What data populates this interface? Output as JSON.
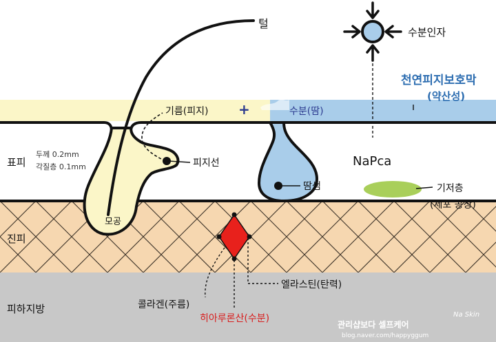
{
  "layers": {
    "epidermis": "표피",
    "dermis": "진피",
    "subcutaneous": "피하지방"
  },
  "epidermis_specs": {
    "thickness": "두께  0.2mm",
    "stratum_corneum": "각질층  0.1mm"
  },
  "labels": {
    "hair": "털",
    "sebum": "기름(피지)",
    "plus": "+",
    "sweat": "수분(땀)",
    "sebaceous_gland": "피지선",
    "sweat_gland": "땀샘",
    "pore": "모공",
    "nmf": "수분인자",
    "natural_barrier_line1": "천연피지보호막",
    "natural_barrier_line2": "(약산성)",
    "napca": "NaPca",
    "basal_layer_line1": "기저층",
    "basal_layer_line2": "(세포 공장)",
    "elastin": "엘라스틴(탄력)",
    "collagen": "콜라겐(주름)",
    "hyaluronic": "히아루론산(수분)"
  },
  "watermark": {
    "tag": "Na Skin",
    "title": "관리샵보다 셀프케어",
    "url": "blog.naver.com/happyggum"
  },
  "colors": {
    "sebum_fill": "#fbf6c8",
    "water_fill": "#a9cdea",
    "dermis_fill": "#f6d7b0",
    "fat_fill": "#c8c8c8",
    "basal_fill": "#a9cf5a",
    "hyaluronic_fill": "#e8211c",
    "barrier_text": "#2b6cb0",
    "hyaluronic_text": "#d81c1c",
    "plus_text": "#2b3a8f"
  }
}
